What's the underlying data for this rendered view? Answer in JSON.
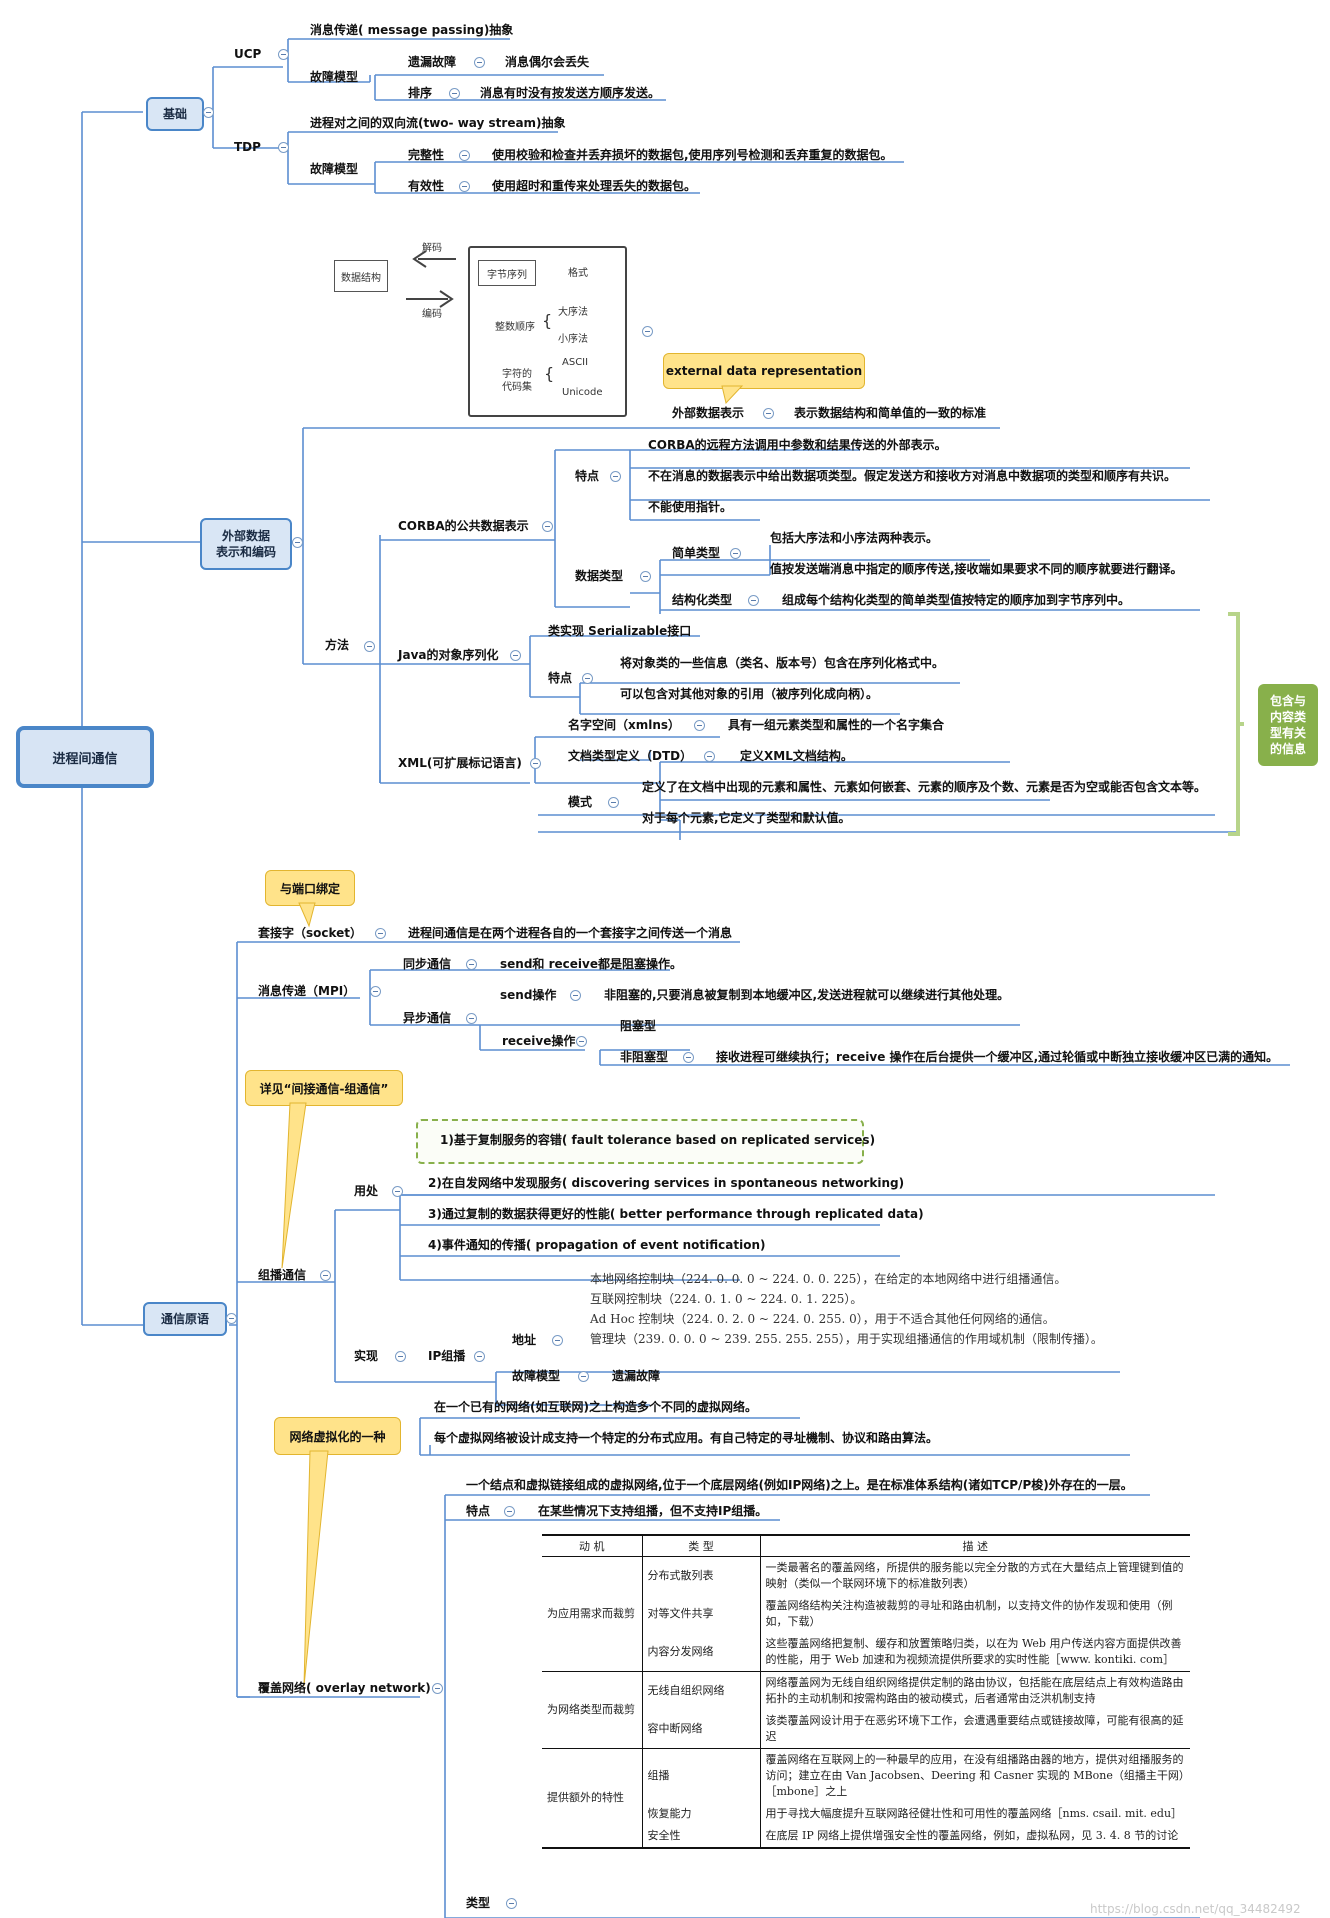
{
  "root": "进程间通信",
  "basic": {
    "label": "基础",
    "ucp": {
      "label": "UCP",
      "desc": "消息传递( message passing)抽象",
      "fault": "故障模型",
      "items": [
        {
          "k": "遗漏故障",
          "v": "消息偶尔会丢失"
        },
        {
          "k": "排序",
          "v": "消息有时没有按发送方顺序发送。"
        }
      ]
    },
    "tdp": {
      "label": "TDP",
      "desc": "进程对之间的双向流(two- way stream)抽象",
      "fault": "故障模型",
      "items": [
        {
          "k": "完整性",
          "v": "使用校验和检查并丢弃损坏的数据包,使用序列号检测和丢弃重复的数据包。"
        },
        {
          "k": "有效性",
          "v": "使用超时和重传来处理丢失的数据包。"
        }
      ]
    }
  },
  "diagram": {
    "decode": "解码",
    "encode": "编码",
    "ds": "数据结构",
    "byteseq": "字节序列",
    "format": "格式",
    "intorder": "整数顺序",
    "big": "大序法",
    "little": "小序法",
    "charset1": "字符的",
    "charset2": "代码集",
    "ascii": "ASCII",
    "unicode": "Unicode"
  },
  "external": {
    "label1": "外部数据",
    "label2": "表示和编码",
    "callout": "external data representation",
    "repr": "外部数据表示",
    "repr_desc": "表示数据结构和简单值的一致的标准",
    "method": "方法",
    "corba": {
      "label": "CORBA的公共数据表示",
      "feat": "特点",
      "feats": [
        "CORBA的远程方法调用中参数和结果传送的外部表示。",
        "不在消息的数据表示中给出数据项类型。假定发送方和接收方对消息中数据项的类型和顺序有共识。",
        "不能使用指针。"
      ],
      "dtype": "数据类型",
      "simple": "简单类型",
      "simple_items": [
        "包括大序法和小序法两种表示。",
        "值按发送端消息中指定的顺序传送,接收端如果要求不同的顺序就要进行翻译。"
      ],
      "struct": "结构化类型",
      "struct_desc": "组成每个结构化类型的简单类型值按特定的顺序加到字节序列中。"
    },
    "java": {
      "label": "Java的对象序列化",
      "impl": "类实现 Serializable接口",
      "feat": "特点",
      "feats": [
        "将对象类的一些信息（类名、版本号）包含在序列化格式中。",
        "可以包含对其他对象的引用（被序列化成向柄）。"
      ]
    },
    "xml": {
      "label": "XML(可扩展标记语言)",
      "ns": "名字空间（xmlns）",
      "ns_desc": "具有一组元素类型和属性的一个名字集合",
      "dtd": "文档类型定义（DTD）",
      "dtd_desc": "定义XML文档结构。",
      "schema": "模式",
      "schema_items": [
        "定义了在文档中出现的元素和属性、元素如何嵌套、元素的顺序及个数、元素是否为空或能否包含文本等。",
        "对于每个元素,它定义了类型和默认值。"
      ]
    },
    "green": [
      "包含与",
      "内容类",
      "型有关",
      "的信息"
    ]
  },
  "comm": {
    "label": "通信原语",
    "socket_callout": "与端口绑定",
    "socket": "套接字（socket）",
    "socket_desc": "进程间通信是在两个进程各自的一个套接字之间传送一个消息",
    "mpi": {
      "label": "消息传递（MPI）",
      "sync": "同步通信",
      "sync_desc": "send和 receive都是阻塞操作。",
      "async": "异步通信",
      "send": "send操作",
      "send_desc": "非阻塞的,只要消息被复制到本地缓冲区,发送进程就可以继续进行其他处理。",
      "recv": "receive操作",
      "block": "阻塞型",
      "nonblock": "非阻塞型",
      "nonblock_desc": "接收进程可继续执行；receive 操作在后台提供一个缓冲区,通过轮循或中断独立接收缓冲区已满的通知。"
    },
    "mc_callout": "详见“间接通信-组通信”",
    "multicast": {
      "label": "组播通信",
      "use": "用处",
      "uses": [
        "1)基于复制服务的容错( fault tolerance based on replicated services)",
        "2)在自发网络中发现服务( discovering services in spontaneous networking)",
        "3)通过复制的数据获得更好的性能( better performance through replicated data)",
        "4)事件通知的传播( propagation of event notification)"
      ],
      "impl": "实现",
      "ip": "IP组播",
      "addr": "地址",
      "addr_items": [
        "本地网络控制块（224. 0. 0. 0 ~ 224. 0. 0. 225），在给定的本地网络中进行组播通信。",
        "互联网控制块（224. 0. 1. 0 ~ 224. 0. 1. 225）。",
        "Ad Hoc 控制块（224. 0. 2. 0 ~ 224. 0. 255. 0），用于不适合其他任何网络的通信。",
        "管理块（239. 0. 0. 0 ~ 239. 255. 255. 255），用于实现组播通信的作用域机制（限制传播）。"
      ],
      "fault": "故障模型",
      "omission": "遗漏故障"
    },
    "virt_callout": "网络虚拟化的一种",
    "virt": [
      "在一个已有的网络(如互联网)之上构造多个不同的虚拟网络。",
      "每个虚拟网络被设计成支持一个特定的分布式应用。有自己特定的寻址機制、协议和路由算法。"
    ],
    "overlay": {
      "label": "覆盖网络( overlay network)",
      "layer": "一个结点和虚拟链接组成的虚拟网络,位于一个底层网络(例如IP网络)之上。是在标准体系结构(诸如TCP/P梭)外存在的一层。",
      "feat": "特点",
      "feat_desc": "在某些情况下支持组播，但不支持IP组播。",
      "types": "类型",
      "table": {
        "headers": [
          "动 机",
          "类 型",
          "描 述"
        ],
        "groups": [
          {
            "motive": "为应用需求而裁剪",
            "rows": [
              {
                "type": "分布式散列表",
                "desc": "一类最著名的覆盖网络，所提供的服务能以完全分散的方式在大量结点上管理键到值的映射（类似一个联网环境下的标准散列表）"
              },
              {
                "type": "对等文件共享",
                "desc": "覆盖网络结构关注构造被裁剪的寻址和路由机制，以支持文件的协作发现和使用（例如，下载）"
              },
              {
                "type": "内容分发网络",
                "desc": "这些覆盖网络把复制、缓存和放置策略归类，以在为 Web 用户传送内容方面提供改善的性能，用于 Web 加速和为视频流提供所要求的实时性能［www. kontiki. com］"
              }
            ]
          },
          {
            "motive": "为网络类型而裁剪",
            "rows": [
              {
                "type": "无线自组织网络",
                "desc": "网络覆盖网为无线自组织网络提供定制的路由协议，包括能在底层结点上有效构造路由拓扑的主动机制和按需构路由的被动模式，后者通常由泛洪机制支持"
              },
              {
                "type": "容中断网络",
                "desc": "该类覆盖网设计用于在恶劣环境下工作，会遭遇重要结点或链接故障，可能有很高的延迟"
              }
            ]
          },
          {
            "motive": "提供额外的特性",
            "rows": [
              {
                "type": "组播",
                "desc": "覆盖网络在互联网上的一种最早的应用，在没有组播路由器的地方，提供对组播服务的访问；建立在由 Van Jacobsen、Deering 和 Casner 实现的 MBone（组播主干网）［mbone］之上"
              },
              {
                "type": "恢复能力",
                "desc": "用于寻找大幅度提升互联网路径健壮性和可用性的覆盖网络［nms. csail. mit. edu］"
              },
              {
                "type": "安全性",
                "desc": "在底层 IP 网络上提供增强安全性的覆盖网络，例如，虚拟私网，见 3. 4. 8 节的讨论"
              }
            ]
          }
        ]
      }
    }
  },
  "watermark": "https://blog.csdn.net/qq_34482492",
  "colors": {
    "branch": "#4a86c8",
    "line": "#5b8ed1",
    "callout": "#ffe38a",
    "green": "#88b04b"
  }
}
